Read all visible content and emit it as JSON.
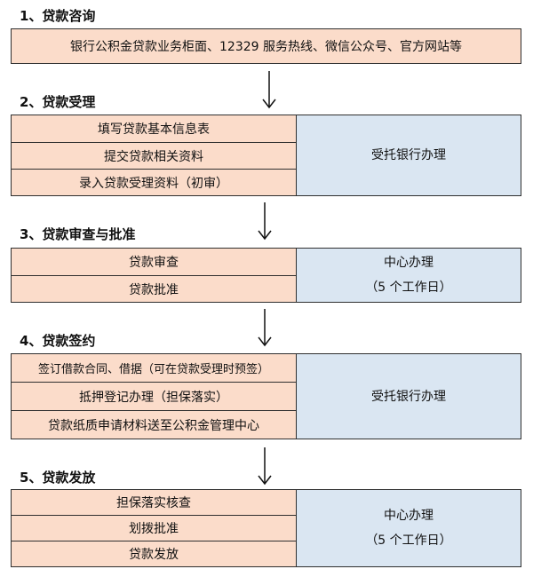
{
  "steps": [
    {
      "title": "1、贷款咨询",
      "left_items": [
        "银行公积金贷款业务柜面、12329 服务热线、微信公众号、官方网站等"
      ]
    },
    {
      "title": "2、贷款受理",
      "left_items": [
        "填写贷款基本信息表",
        "提交贷款相关资料",
        "录入贷款受理资料（初审）"
      ],
      "right_lines": [
        "受托银行办理"
      ]
    },
    {
      "title": "3、贷款审查与批准",
      "left_items": [
        "贷款审查",
        "贷款批准"
      ],
      "right_lines": [
        "中心办理",
        "（5 个工作日）"
      ]
    },
    {
      "title": "4、贷款签约",
      "left_items": [
        "签订借款合同、借据（可在贷款受理时预签）",
        "抵押登记办理（担保落实）",
        "贷款纸质申请材料送至公积金管理中心"
      ],
      "right_lines": [
        "受托银行办理"
      ]
    },
    {
      "title": "5、贷款发放",
      "left_items": [
        "担保落实核查",
        "划拨批准",
        "贷款发放"
      ],
      "right_lines": [
        "中心办理",
        "（5 个工作日）"
      ]
    }
  ],
  "colors": {
    "left_fill": "#fbdcca",
    "right_fill": "#dae6f2",
    "border": "#2f2f2f"
  },
  "connector_icon": "arrow-down-icon"
}
